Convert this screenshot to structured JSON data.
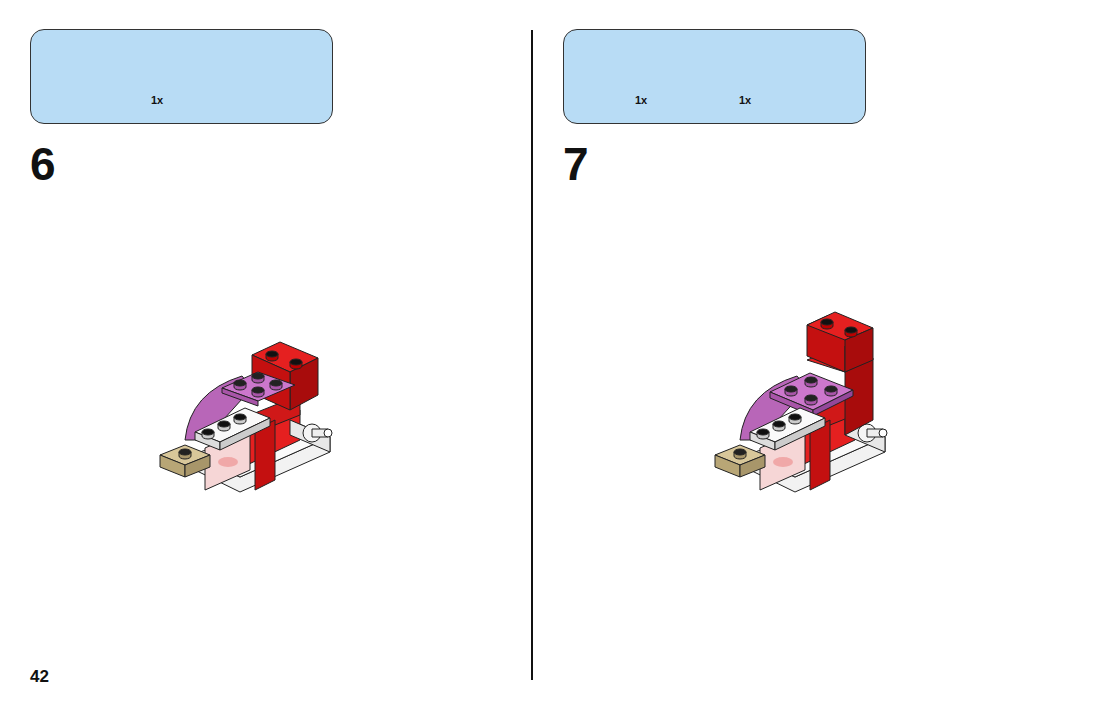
{
  "diagram": {
    "nodes": [
      {
        "text": [
          "1x"
        ]
      },
      {
        "text": [
          "1x",
          "1x"
        ]
      }
    ],
    "labels": [
      "6",
      "7",
      "42"
    ]
  }
}
